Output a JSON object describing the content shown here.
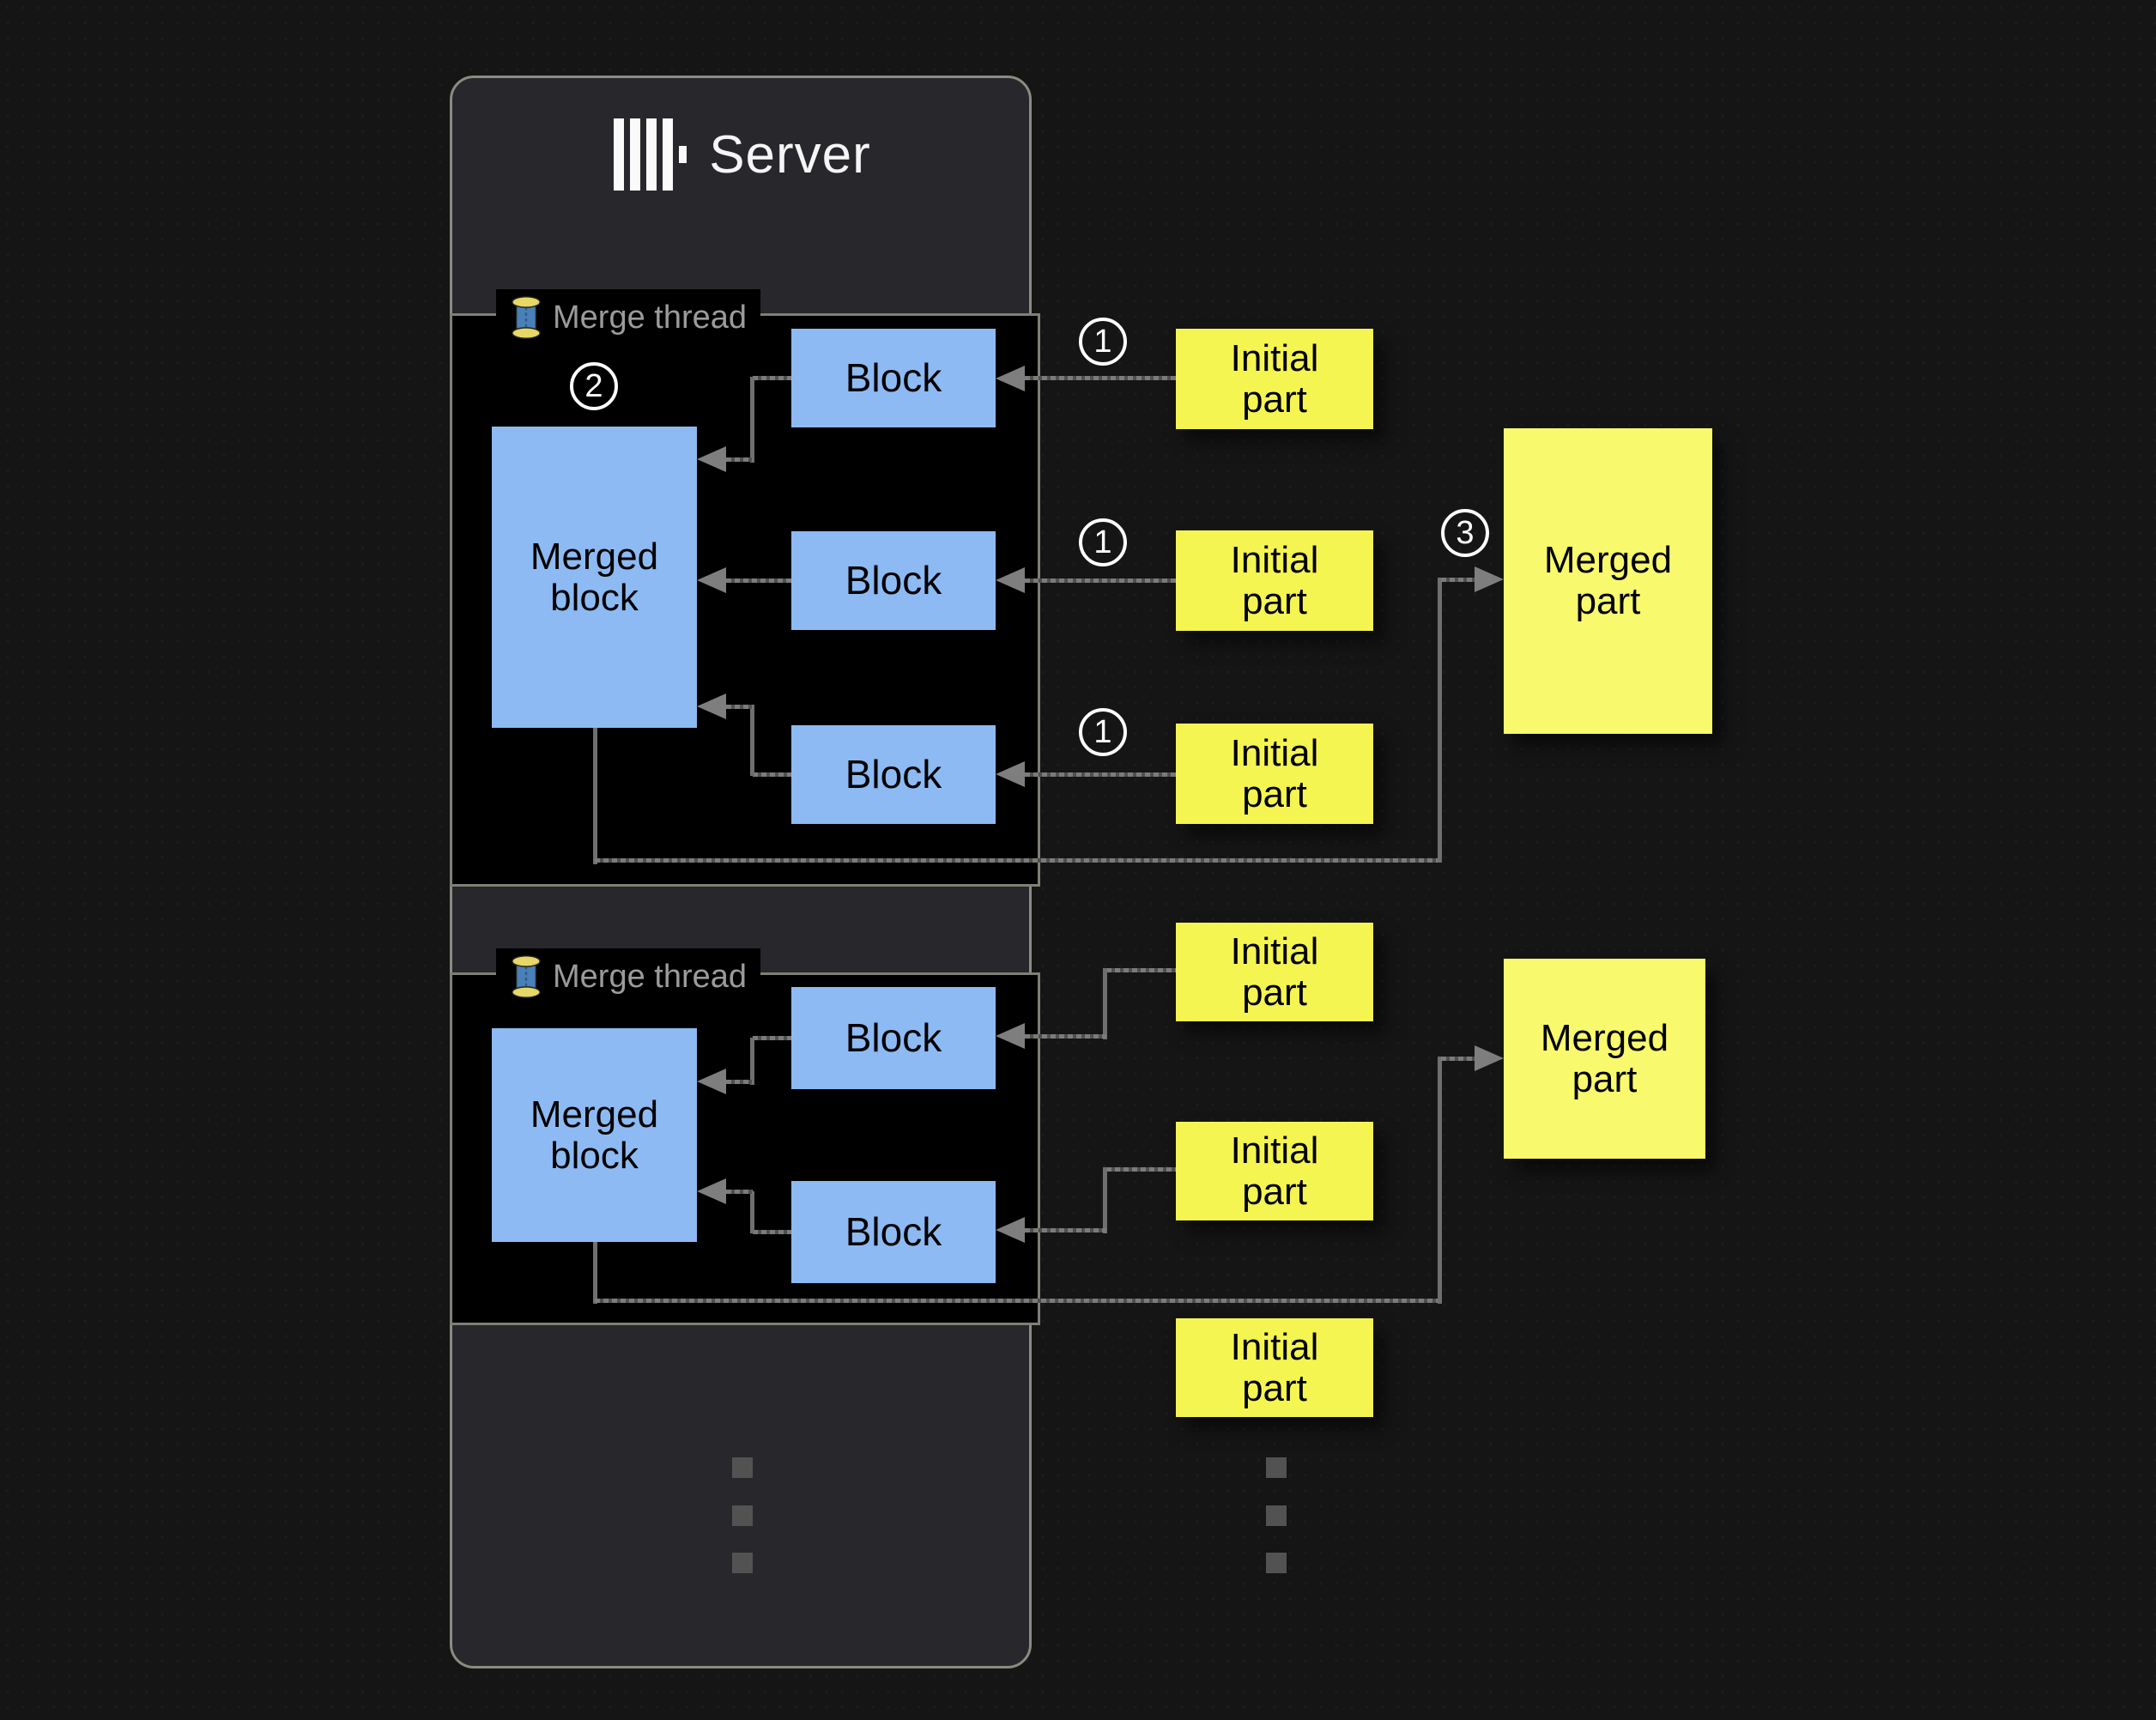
{
  "panel": {
    "title": "Server"
  },
  "threads": [
    {
      "label": "Merge thread",
      "merged_block_label": "Merged block",
      "block_labels": [
        "Block",
        "Block",
        "Block"
      ],
      "badge": "2"
    },
    {
      "label": "Merge thread",
      "merged_block_label": "Merged block",
      "block_labels": [
        "Block",
        "Block"
      ]
    }
  ],
  "initial_parts": [
    {
      "label": "Initial part",
      "badge": "1"
    },
    {
      "label": "Initial part",
      "badge": "1"
    },
    {
      "label": "Initial part",
      "badge": "1"
    },
    {
      "label": "Initial part"
    },
    {
      "label": "Initial part"
    },
    {
      "label": "Initial part"
    }
  ],
  "merged_parts": [
    {
      "label": "Merged part",
      "badge": "3"
    },
    {
      "label": "Merged part"
    }
  ],
  "icons": {
    "logo": "clickhouse-bars-icon",
    "thread": "thread-spool-icon"
  },
  "colors": {
    "background": "#161616",
    "panel": "#27272c",
    "panel_border": "#8b8b81",
    "section_bg": "#000000",
    "section_border": "#7f7f76",
    "block_fill": "#8dbaf3",
    "initial_part_fill": "#f5f552",
    "merged_part_fill": "#f9f96e",
    "line": "#6f6f6f",
    "label_text": "#9b9b9b",
    "title_text": "#f5f5f5",
    "badge_text": "#ffffff"
  }
}
